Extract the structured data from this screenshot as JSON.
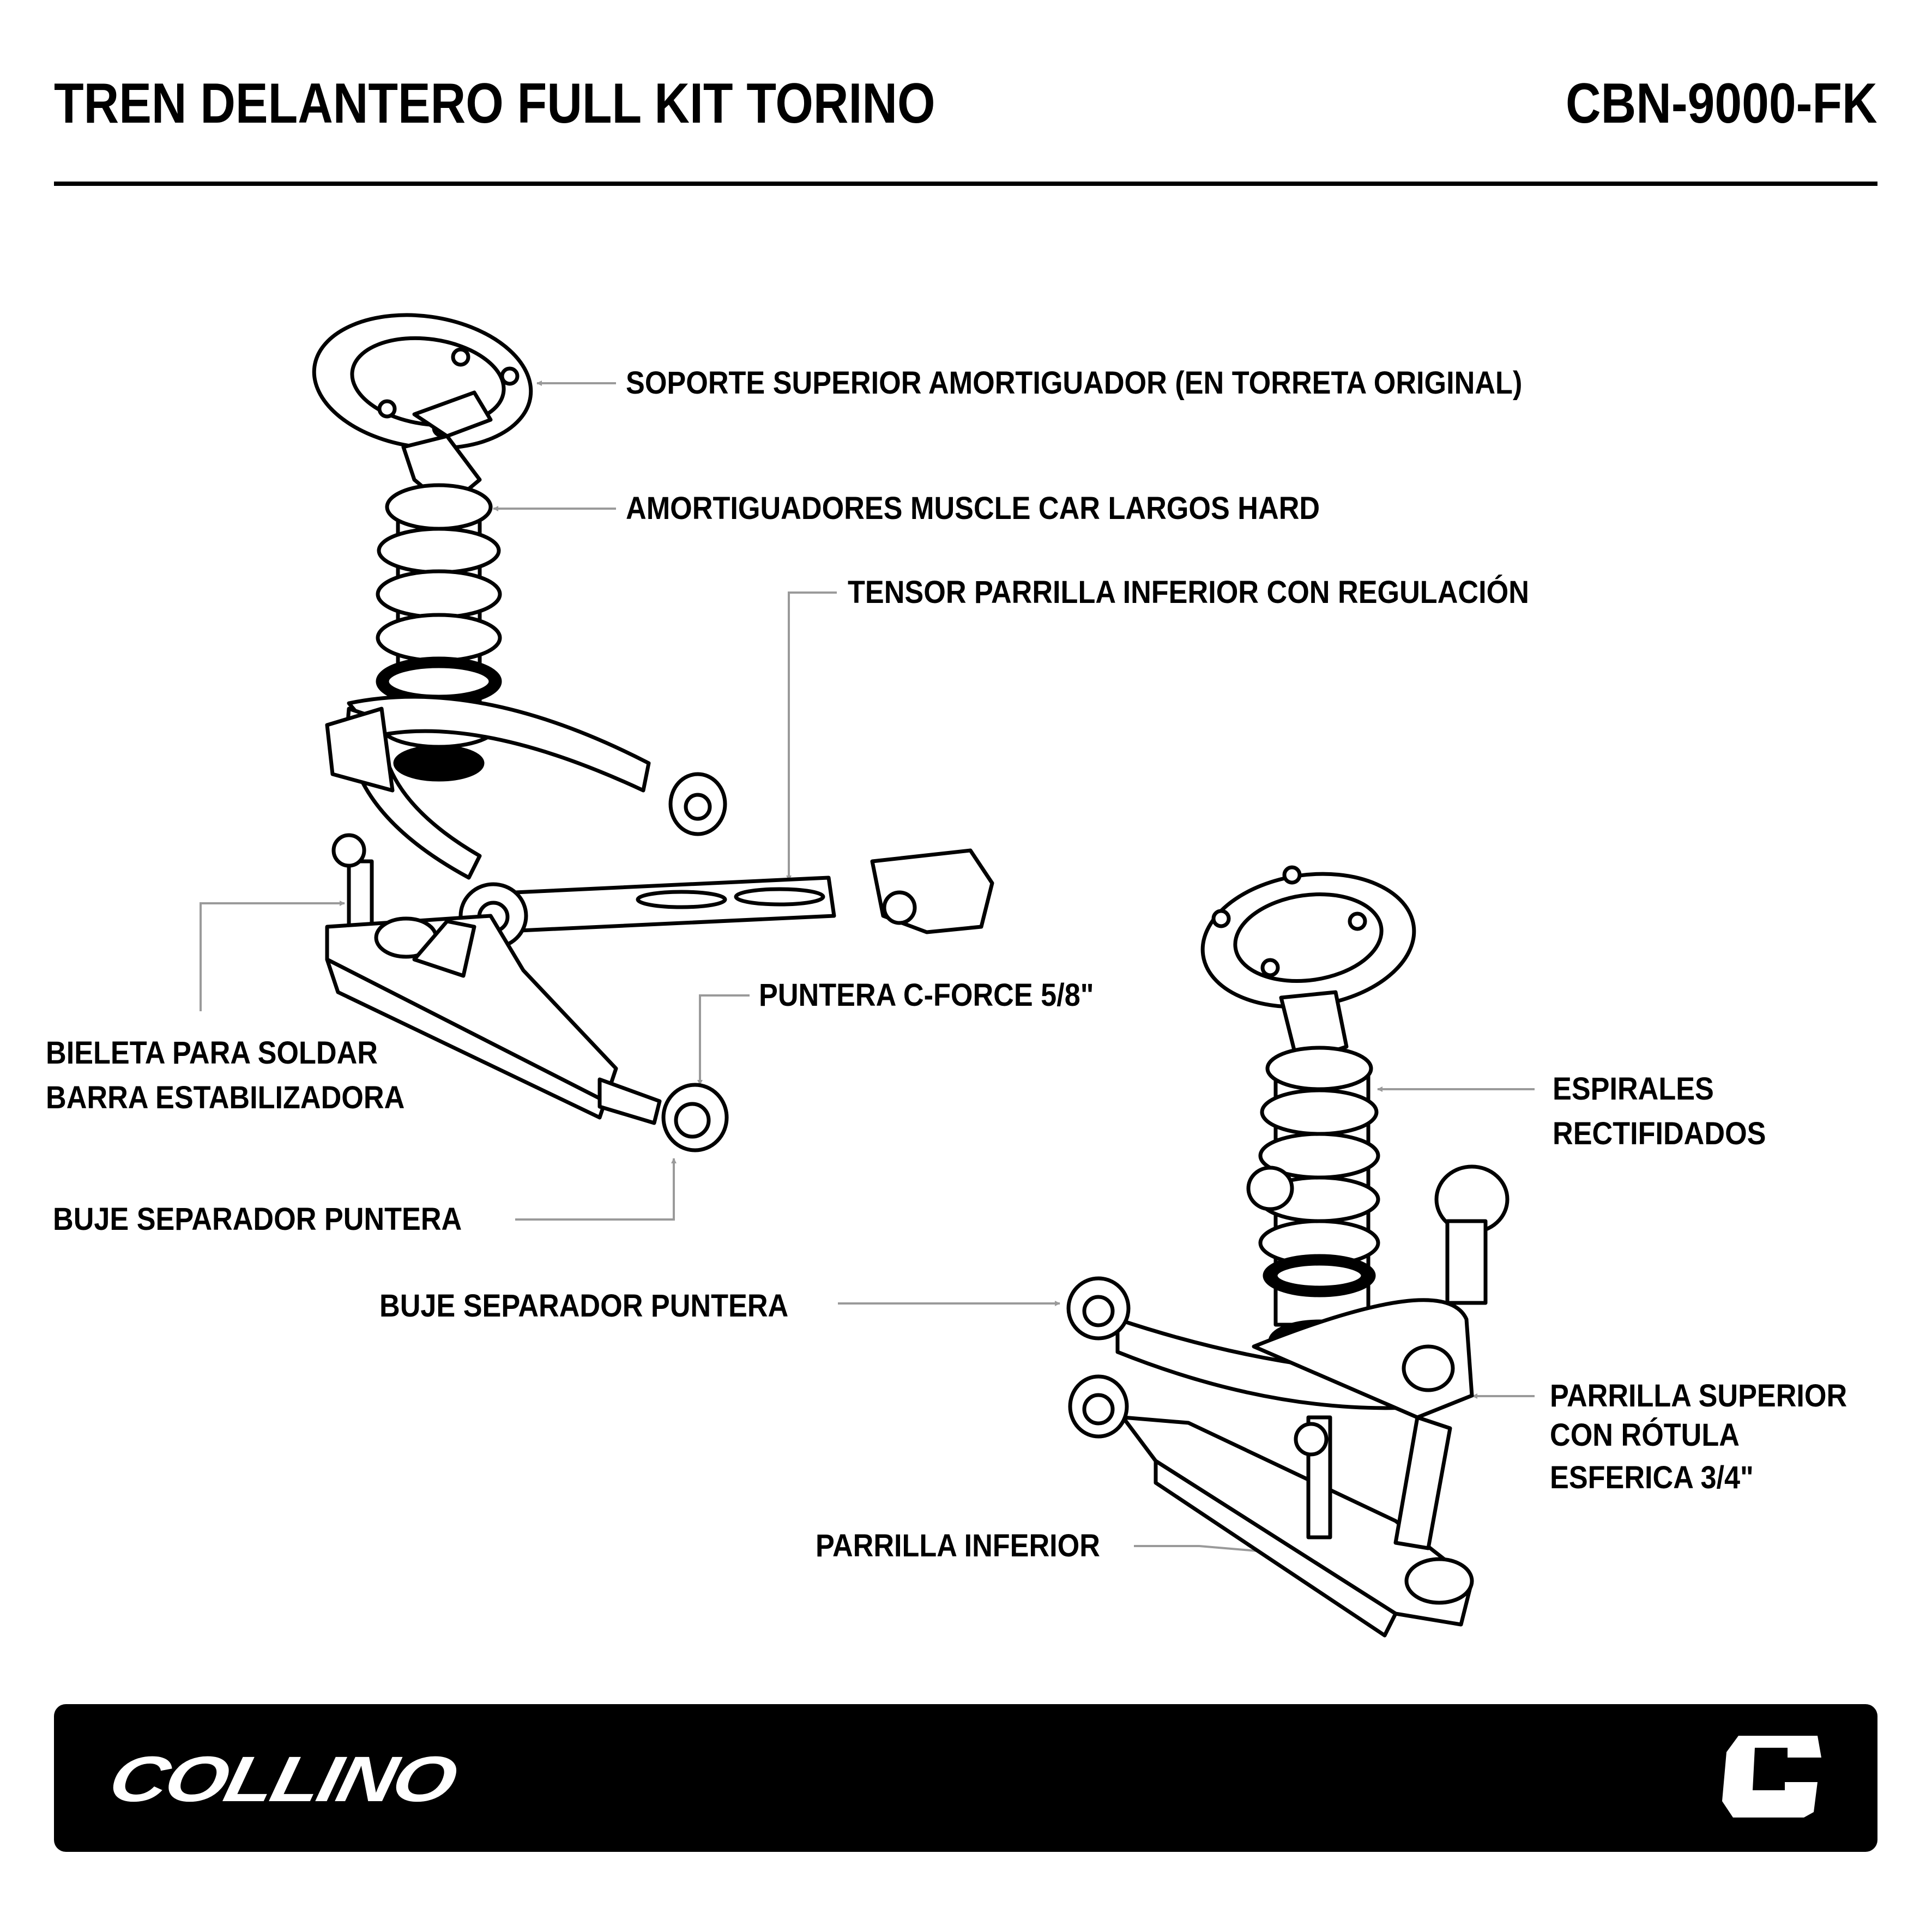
{
  "header": {
    "title": "TREN DELANTERO FULL KIT TORINO",
    "product_code": "CBN-9000-FK"
  },
  "callouts": [
    {
      "id": "soporte",
      "lines": [
        "SOPORTE SUPERIOR AMORTIGUADOR (EN TORRETA ORIGINAL)"
      ]
    },
    {
      "id": "amortiguadores",
      "lines": [
        "AMORTIGUADORES MUSCLE CAR LARGOS HARD"
      ]
    },
    {
      "id": "tensor",
      "lines": [
        "TENSOR PARRILLA INFERIOR CON REGULACIÓN"
      ]
    },
    {
      "id": "bieleta",
      "lines": [
        "BIELETA PARA SOLDAR",
        "BARRA ESTABILIZADORA"
      ]
    },
    {
      "id": "puntera",
      "lines": [
        "PUNTERA C-FORCE 5/8\""
      ]
    },
    {
      "id": "buje1",
      "lines": [
        "BUJE SEPARADOR PUNTERA"
      ]
    },
    {
      "id": "espirales",
      "lines": [
        "ESPIRALES",
        "RECTIFIDADOS"
      ]
    },
    {
      "id": "buje2",
      "lines": [
        "BUJE SEPARADOR PUNTERA"
      ]
    },
    {
      "id": "parrilla_sup",
      "lines": [
        "PARRILLA SUPERIOR",
        "CON RÓTULA",
        "ESFERICA 3/4\""
      ]
    },
    {
      "id": "parrilla_inf",
      "lines": [
        "PARRILLA INFERIOR"
      ]
    }
  ],
  "footer": {
    "brand": "COLLINO",
    "brand_mark": "C"
  },
  "colors": {
    "ink": "#000000",
    "leader": "#9a9a9a",
    "background": "#ffffff"
  }
}
